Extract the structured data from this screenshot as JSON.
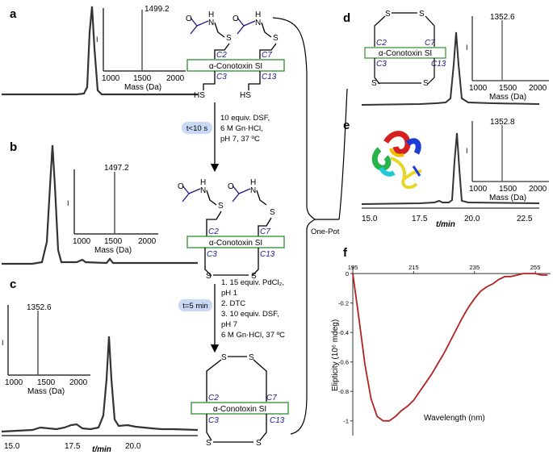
{
  "panels": {
    "a": {
      "letter": "a",
      "mass_peak": "1499.2"
    },
    "b": {
      "letter": "b",
      "mass_peak": "1497.2"
    },
    "c": {
      "letter": "c",
      "mass_peak": "1352.6"
    },
    "d": {
      "letter": "d",
      "mass_peak": "1352.6"
    },
    "e": {
      "letter": "e",
      "mass_peak": "1352.8"
    },
    "f": {
      "letter": "f"
    }
  },
  "mass_axis": {
    "ticks": [
      "1000",
      "1500",
      "2000"
    ],
    "label": "Mass (Da)",
    "ylabel": "I"
  },
  "hplc_axis": {
    "ticks_c": [
      "15.0",
      "17.5",
      "20.0"
    ],
    "ticks_e": [
      "15.0",
      "17.5",
      "20.0",
      "22.5"
    ],
    "label": "t/min"
  },
  "scheme": {
    "peptide": "α-Conotoxin SI",
    "labels": {
      "c2": "C2",
      "c7": "C7",
      "c3": "C3",
      "c13": "C13"
    },
    "hs": "HS",
    "s": "S",
    "h": "H",
    "n": "N",
    "o": "O",
    "step1_time": "t<10 s",
    "step1_conditions": [
      "10 equiv. DSF,",
      "6 M Gn·HCl,",
      "pH 7, 37 ºC"
    ],
    "step2_time": "t=5 min",
    "step2_conditions": [
      "1. 15 equiv. PdCl₂,",
      "pH 1",
      "2. DTC",
      "3. 10 equiv. DSF,",
      "pH 7",
      "6 M Gn·HCl, 37 ºC"
    ],
    "one_pot": "One-Pot"
  },
  "colors": {
    "peptide_box": "#2e8b2e",
    "acm": "#1a1a8c",
    "cd_curve": "#b22222",
    "time_bubble": "#c9d9f5"
  },
  "chart_data": [
    {
      "type": "line",
      "title": "",
      "xlabel": "Wavelength (nm)",
      "ylabel": "Elipticity (10⁶ mdeg)",
      "xlim": [
        195,
        260
      ],
      "ylim": [
        -1.1,
        0.05
      ],
      "xticks": [
        "195",
        "215",
        "235",
        "255"
      ],
      "yticks": [
        "0",
        "-0.2",
        "-0.4",
        "-0.6",
        "-0.8",
        "-1"
      ],
      "x": [
        195,
        197,
        199,
        201,
        203,
        205,
        207,
        209,
        211,
        213,
        215,
        217,
        219,
        221,
        223,
        225,
        227,
        229,
        231,
        233,
        235,
        237,
        239,
        241,
        243,
        245,
        247,
        249,
        251,
        253,
        255,
        257,
        259
      ],
      "y": [
        0.0,
        -0.3,
        -0.62,
        -0.85,
        -0.97,
        -1.0,
        -1.0,
        -0.97,
        -0.93,
        -0.9,
        -0.86,
        -0.8,
        -0.74,
        -0.68,
        -0.61,
        -0.54,
        -0.46,
        -0.38,
        -0.3,
        -0.23,
        -0.17,
        -0.12,
        -0.09,
        -0.07,
        -0.04,
        -0.02,
        -0.02,
        -0.01,
        0.0,
        0.0,
        0.0,
        -0.01,
        -0.01
      ]
    }
  ]
}
